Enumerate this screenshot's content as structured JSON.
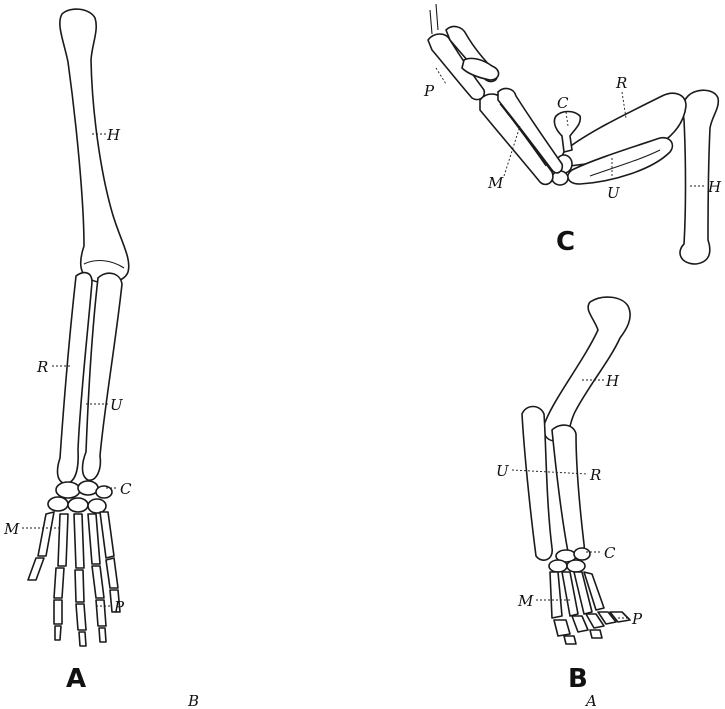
{
  "labels": {
    "humerus": "H",
    "radius": "R",
    "ulna": "U",
    "carpus": "C",
    "metacarpus": "M",
    "phalanges": "P"
  },
  "panels": {
    "a": "A",
    "b": "B",
    "c": "C"
  },
  "captions": {
    "left": "B",
    "right": "A"
  }
}
